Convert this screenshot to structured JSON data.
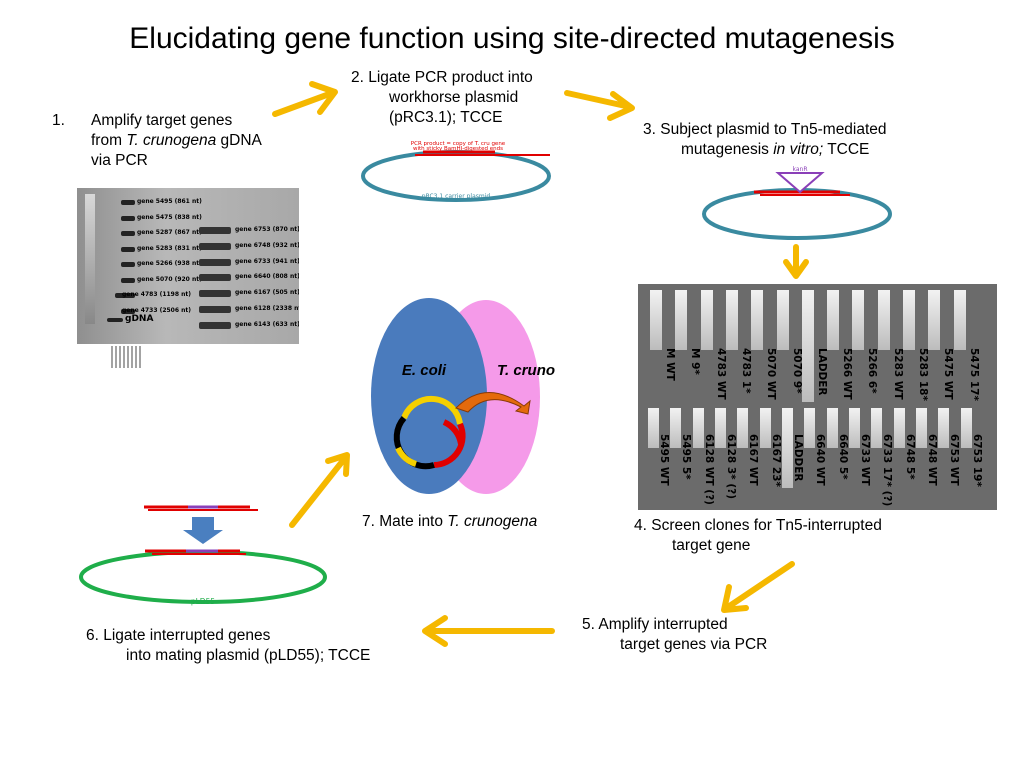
{
  "title": "Elucidating gene function using site-directed mutagenesis",
  "step1": {
    "number": "1.",
    "line1": "Amplify target genes",
    "line2_pre": "from ",
    "line2_italic": "T. crunogena",
    "line2_post": " gDNA",
    "line3": "via PCR"
  },
  "step1_gel": {
    "left_labels": [
      "gene 5495 (861 nt)",
      "gene 5475 (838 nt)",
      "gene 5287 (867 nt)",
      "gene 5283 (831 nt)",
      "gene 5266 (938 nt)",
      "gene 5070 (920 nt)",
      "gene 4783 (1198 nt)",
      "gene 4733 (2506 nt)"
    ],
    "right_labels": [
      "gene 6753 (870 nt)",
      "gene 6748 (932 nt)",
      "gene 6733 (941 nt)",
      "gene 6640 (808 nt)",
      "gene 6167 (505 nt)",
      "gene 6128 (2338 nt)",
      "gene 6143 (633 nt)"
    ],
    "gdna_label": "gDNA"
  },
  "step2": {
    "line1": "2. Ligate PCR product into",
    "line2": "workhorse plasmid",
    "line3": "(pRC3.1);  TCCE",
    "insert_label_1": "PCR product = copy of T. cru gene",
    "insert_label_2": "with sticky BamHI-digested ends",
    "plasmid_label": "pRC3.1 carrier plasmid"
  },
  "step3": {
    "line1": "3. Subject plasmid to Tn5-mediated",
    "line2_pre": "mutagenesis ",
    "line2_italic": "in vitro;",
    "line2_post": " TCCE",
    "kan_label": "kanR"
  },
  "step4": {
    "line1": "4. Screen clones for Tn5-interrupted",
    "line2": "target gene",
    "top_lanes": [
      "M WT",
      "M 9*",
      "4783 WT",
      "4783 1*",
      "5070 WT",
      "5070 9*",
      "LADDER",
      "5266 WT",
      "5266 6*",
      "5283 WT",
      "5283 18*",
      "5475 WT",
      "5475 17*"
    ],
    "bottom_lanes": [
      "5495 WT",
      "5495 5*",
      "6128 WT (?)",
      "6128 3* (?)",
      "6167 WT",
      "6167 23*",
      "LADDER",
      "6640 WT",
      "6640 5*",
      "6733 WT",
      "6733 17* (?)",
      "6748 5*",
      "6748 WT",
      "6753 WT",
      "6753 19*"
    ]
  },
  "step5": {
    "line1": "5. Amplify interrupted",
    "line2": "target genes via PCR"
  },
  "step6": {
    "line1": "6. Ligate interrupted genes",
    "line2": "into mating plasmid (pLD55); TCCE",
    "plasmid_label": "pLD55"
  },
  "step7": {
    "pre": "7. Mate into ",
    "italic": "T. crunogena",
    "ecoli_label": "E. coli",
    "tcruno_label": "T. cruno"
  },
  "colors": {
    "arrow": "#f5b800",
    "down_arrow": "#4a7fc0",
    "plasmid_teal": "#3a8aa0",
    "plasmid_green": "#1fae4a",
    "insert_red": "#e00000",
    "tn5_purple": "#8a3fb8",
    "ecoli_blue": "#4a7bbd",
    "tcruno_pink": "#f59ae9",
    "transfer_arrow": "#e46a0c"
  }
}
